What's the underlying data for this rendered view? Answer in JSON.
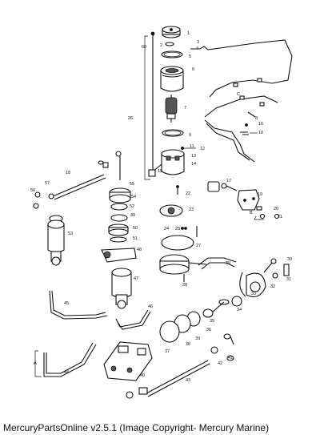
{
  "caption": "MercuryPartsOnline v2.5.1 (Image Copyright- Mercury Marine)",
  "callouts": {
    "c1": "1",
    "c2": "2",
    "c3": "3",
    "c4": "4",
    "c5": "5",
    "c6": "6",
    "c7": "7",
    "c8": "8",
    "c9": "9",
    "c10": "10",
    "c11": "11",
    "c12": "12",
    "c13": "13",
    "c14": "14",
    "c15": "15",
    "c16": "16",
    "c17": "17",
    "c18": "18",
    "c19": "19",
    "c20": "20",
    "c21": "21",
    "c22": "22",
    "c23": "23",
    "c24": "24",
    "c25": "25",
    "c26": "26",
    "c27": "27",
    "c28": "28",
    "c29": "29",
    "c30": "30",
    "c31": "31",
    "c32": "32",
    "c33": "33",
    "c34": "34",
    "c35": "35",
    "c36": "36",
    "c37": "37",
    "c38": "38",
    "c39": "39",
    "c40": "40",
    "c41": "41",
    "c42": "42",
    "c43": "43",
    "c44": "44",
    "c45": "45",
    "c46": "46",
    "c47": "47",
    "c48": "48",
    "c49": "49",
    "c50": "50",
    "c51": "51",
    "c52": "52",
    "c53": "53",
    "c54": "54",
    "c55": "55",
    "c56": "56",
    "c57": "57",
    "c60": "60",
    "A": "A",
    "B": "B",
    "C": "C"
  }
}
